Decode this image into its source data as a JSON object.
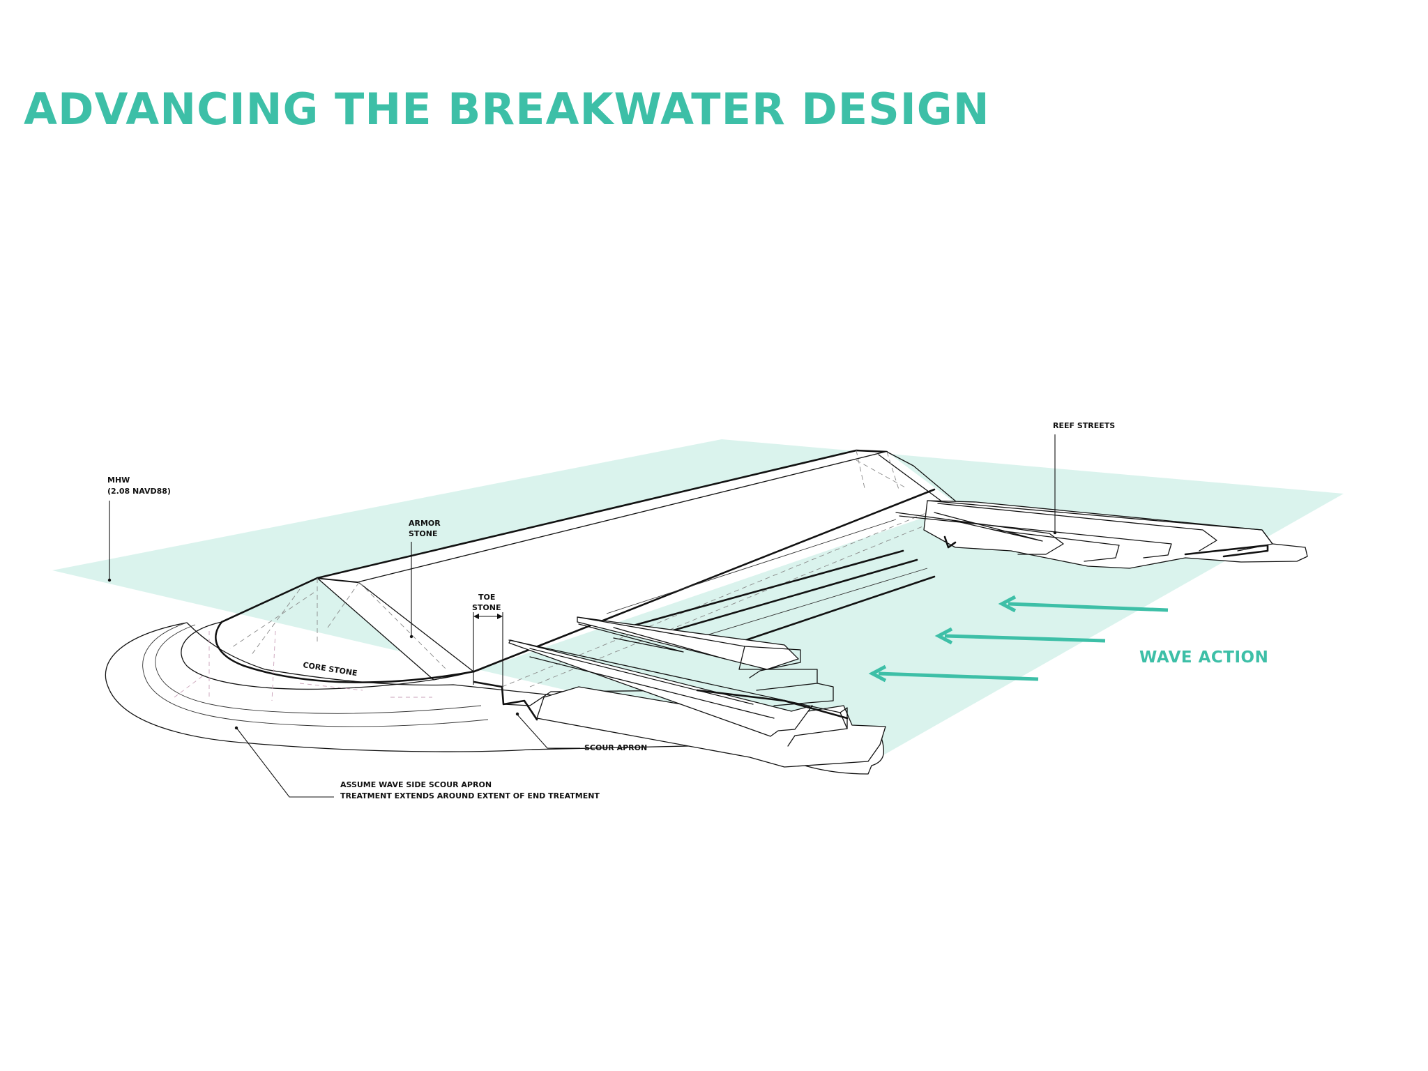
{
  "page": {
    "title": "ADVANCING THE BREAKWATER DESIGN"
  },
  "colors": {
    "accent": "#3dbfa7",
    "water_plane": "#d8f2ec",
    "line": "#111111",
    "background": "#ffffff"
  },
  "labels": {
    "mhw_line1": "MHW",
    "mhw_line2": "(2.08 NAVD88)",
    "armor_line1": "ARMOR",
    "armor_line2": "STONE",
    "toe_line1": "TOE",
    "toe_line2": "STONE",
    "core_stone": "CORE STONE",
    "reef_streets": "REEF STREETS",
    "scour_apron": "SCOUR APRON",
    "assume_line1": "ASSUME WAVE SIDE SCOUR APRON",
    "assume_line2": "TREATMENT EXTENDS AROUND EXTENT OF END TREATMENT",
    "wave_action": "WAVE ACTION"
  },
  "icons": {
    "wave_arrows": "arrow-left-icon",
    "toe_dimension": "double-arrow-icon"
  }
}
